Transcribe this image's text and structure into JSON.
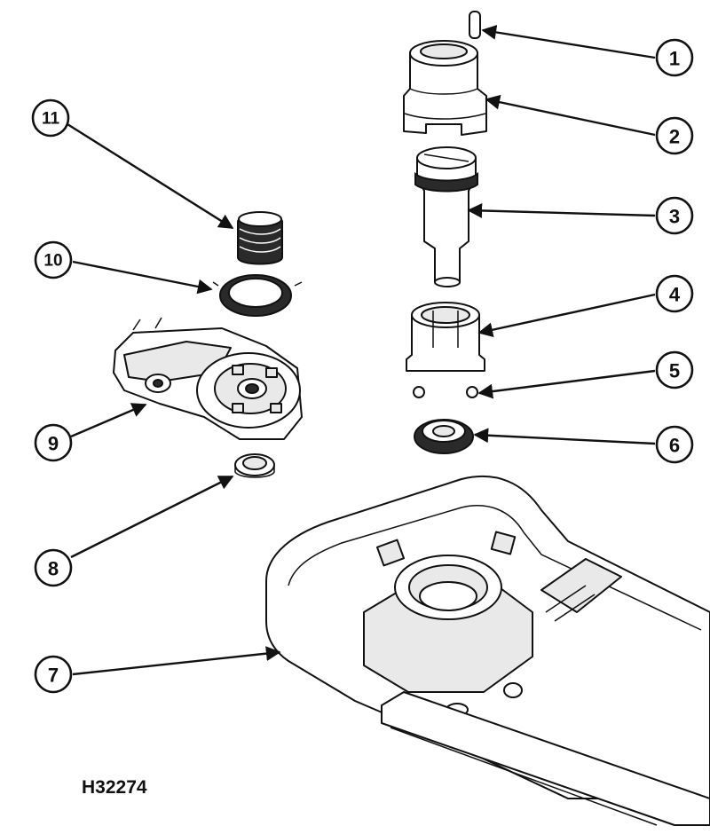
{
  "figure_id": "H32274",
  "callouts": [
    {
      "id": "1",
      "label": "1"
    },
    {
      "id": "2",
      "label": "2"
    },
    {
      "id": "3",
      "label": "3"
    },
    {
      "id": "4",
      "label": "4"
    },
    {
      "id": "5",
      "label": "5"
    },
    {
      "id": "6",
      "label": "6"
    },
    {
      "id": "7",
      "label": "7"
    },
    {
      "id": "8",
      "label": "8"
    },
    {
      "id": "9",
      "label": "9"
    },
    {
      "id": "10",
      "label": "10"
    },
    {
      "id": "11",
      "label": "11"
    }
  ],
  "colors": {
    "ink": "#111111",
    "paper": "#ffffff",
    "shade": "#e9e9e9"
  }
}
